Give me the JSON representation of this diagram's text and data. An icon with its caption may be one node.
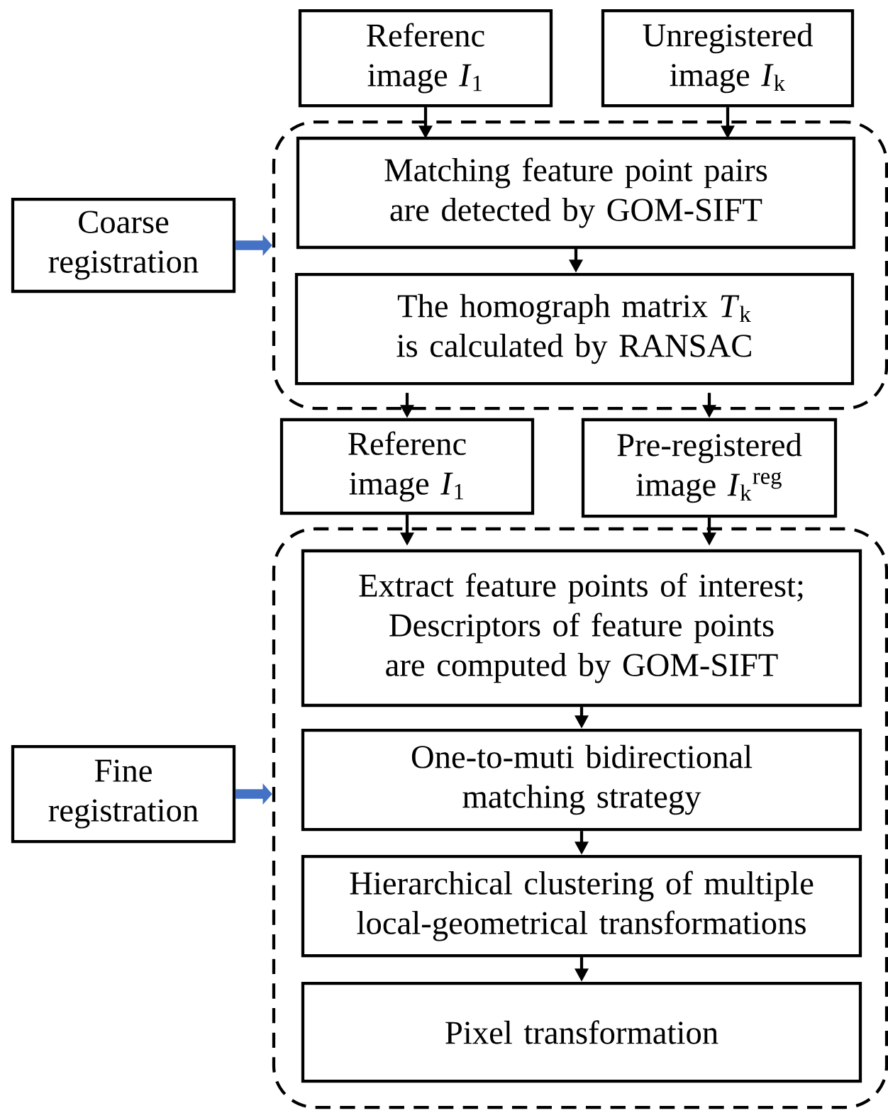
{
  "diagram": {
    "nodes": [
      {
        "text": [
          "Referenc image *I*$_{1}$"
        ]
      },
      {
        "text": [
          "Unregistered image *I*$_{k}$"
        ]
      },
      {
        "text": [
          "Coarse registration"
        ]
      },
      {
        "text": [],
        "shape": "box"
      },
      {
        "text": [
          "Matching feature point pairs are detected by GOM-SIFT"
        ],
        "in": 3
      },
      {
        "text": [
          "The homograph matrix *T*$_{k}$ is calculated by RANSAC"
        ],
        "in": 3
      },
      {
        "text": [
          "Referenc image *I*$_{1}$"
        ]
      },
      {
        "text": [
          "Pre-registered image *I*$_{k}$$^{reg}$"
        ]
      },
      {
        "text": [
          "Fine registration"
        ]
      },
      {
        "text": [],
        "shape": "box"
      },
      {
        "text": [
          "Extract feature points of interest; Descriptors of feature points are computed by GOM-SIFT"
        ],
        "in": 9
      },
      {
        "text": [
          "One-to-muti bidirectional matching strategy"
        ],
        "in": 9
      },
      {
        "text": [
          "Hierarchical clustering of multiple local-geometrical transformations"
        ],
        "in": 9
      },
      {
        "text": [
          "Pixel transformation"
        ],
        "in": 9
      }
    ],
    "edges": [
      {
        "from": 0,
        "to": 3,
        "arrow": "to"
      },
      {
        "from": 1,
        "to": 3,
        "arrow": "to"
      },
      {
        "from": 2,
        "to": 3,
        "arrow": "to",
        "style": "thick",
        "color": "#4472c4"
      },
      {
        "from": 4,
        "to": 5,
        "arrow": "to"
      },
      {
        "from": 3,
        "to": 6,
        "arrow": "to"
      },
      {
        "from": 3,
        "to": 7,
        "arrow": "to"
      },
      {
        "from": 6,
        "to": 9,
        "arrow": "to"
      },
      {
        "from": 7,
        "to": 9,
        "arrow": "to"
      },
      {
        "from": 8,
        "to": 9,
        "arrow": "to",
        "style": "thick",
        "color": "#4472c4"
      },
      {
        "from": 10,
        "to": 11,
        "arrow": "to"
      },
      {
        "from": 11,
        "to": 12,
        "arrow": "to"
      },
      {
        "from": 12,
        "to": 13,
        "arrow": "to"
      }
    ]
  }
}
